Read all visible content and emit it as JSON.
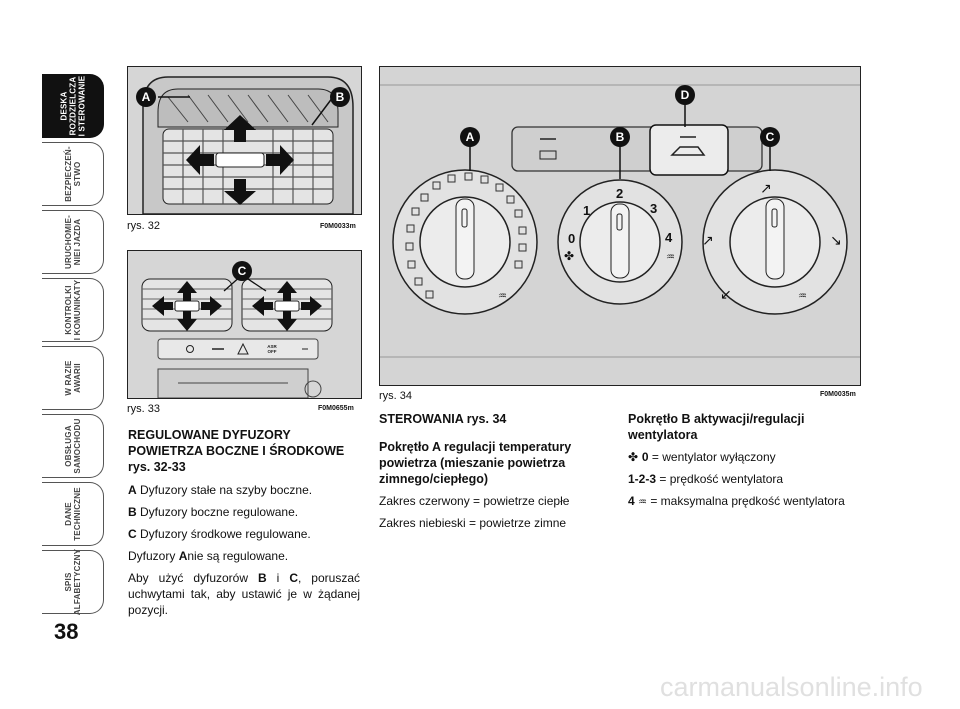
{
  "sidebar": {
    "tabs": [
      {
        "label": "DESKA\nROZDZIELCZA\nI STEROWANIE",
        "active": true
      },
      {
        "label": "BEZPIECZEŃ-\nSTWO",
        "active": false
      },
      {
        "label": "URUCHOMIE-\nNIEI JAZDA",
        "active": false
      },
      {
        "label": "KONTROLKI\nI KOMUNIKATY",
        "active": false
      },
      {
        "label": "W RAZIE\nAWARII",
        "active": false
      },
      {
        "label": "OBSŁUGA\nSAMOCHODU",
        "active": false
      },
      {
        "label": "DANE\nTECHNICZNE",
        "active": false
      },
      {
        "label": "SPIS\nALFABETYCZNY",
        "active": false
      }
    ],
    "page_number": "38"
  },
  "figures": {
    "fig32": {
      "caption": "rys. 32",
      "code": "F0M0033m",
      "label_a": "A",
      "label_b": "B"
    },
    "fig33": {
      "caption": "rys. 33",
      "code": "F0M0655m",
      "label_c": "C",
      "asr": "ASR\nOFF"
    },
    "fig34": {
      "caption": "rys. 34",
      "code": "F0M0035m",
      "label_a": "A",
      "label_b": "B",
      "label_c": "C",
      "label_d": "D",
      "speeds": [
        "0",
        "1",
        "2",
        "3",
        "4"
      ]
    }
  },
  "left_text": {
    "heading": "REGULOWANE DYFUZORY POWIETRZA BOCZNE I ŚRODKOWE rys. 32-33",
    "items": [
      {
        "key": "A",
        "text": "Dyfuzory stałe na szyby boczne."
      },
      {
        "key": "B",
        "text": "Dyfuzory boczne regulowane."
      },
      {
        "key": "C",
        "text": "Dyfuzory środkowe regulowane."
      }
    ],
    "p1_pre": "Dyfuzory ",
    "p1_key": "A",
    "p1_post": "nie są regulowane.",
    "p2_a": "Aby użyć dyfuzorów ",
    "p2_b": "B",
    "p2_c": " i ",
    "p2_d": "C",
    "p2_e": ", poruszać uchwytami tak, aby ustawić je w żądanej pozycji."
  },
  "mid_text": {
    "heading": "STEROWANIA rys. 34",
    "sub": "Pokrętło A regulacji temperatury powietrza (mieszanie powietrza zimnego/ciepłego)",
    "p1": "Zakres czerwony = powietrze ciepłe",
    "p2": "Zakres niebieski = powietrze zimne"
  },
  "right_text": {
    "heading": "Pokrętło B aktywacji/regulacji wentylatora",
    "rows": [
      {
        "key": "0",
        "text": "= wentylator wyłączony"
      },
      {
        "key": "1-2-3",
        "text": "= prędkość wentylatora"
      },
      {
        "key": "4",
        "text": "= maksymalna prędkość wentylatora"
      }
    ]
  },
  "footer": {
    "watermark": "carmanualsonline.info"
  }
}
